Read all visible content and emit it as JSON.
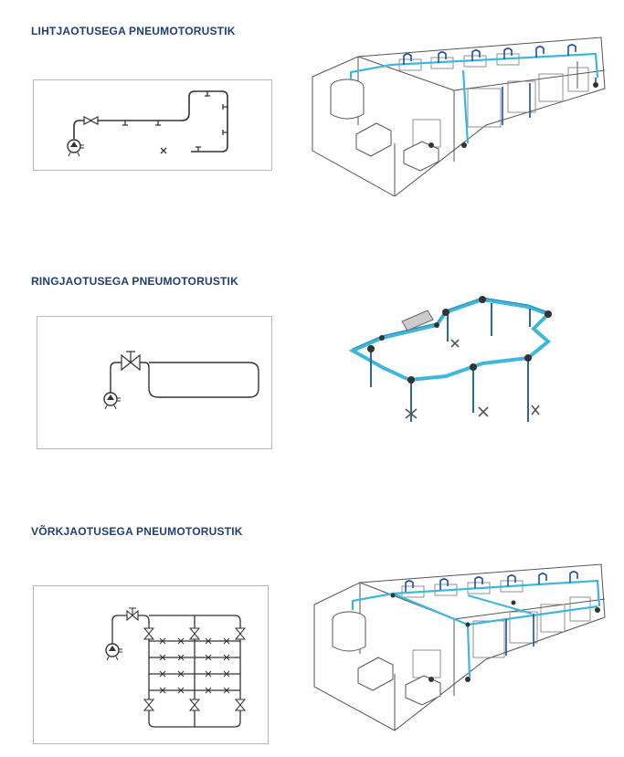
{
  "sections": [
    {
      "heading": "LIHTJAOTUSEGA PNEUMOTORUSTIK"
    },
    {
      "heading": "RINGJAOTUSEGA PNEUMOTORUSTIK"
    },
    {
      "heading": "VÕRKJAOTUSEGA PNEUMOTORUSTIK"
    }
  ],
  "colors": {
    "heading": "#1f3f73",
    "pipe_blue": "#3fb6dd",
    "drop_blue": "#1e4ea8",
    "line": "#333333",
    "frame": "#b9b9b9"
  },
  "icons": [
    "compressor-symbol",
    "valve-symbol",
    "tap-symbol",
    "pipe-network-illustration"
  ]
}
